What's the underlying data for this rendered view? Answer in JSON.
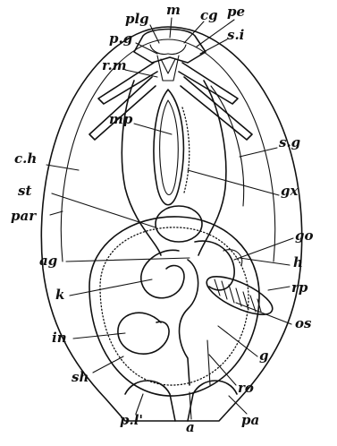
{
  "labels": {
    "m": "m",
    "plg": "plg",
    "cg": "cg",
    "pe": "pe",
    "pg": "p.g",
    "si": "s.i",
    "rm": "r.m",
    "mp": "mp",
    "sg": "s.g",
    "ch": "c.h",
    "gx": "gx",
    "st": "st",
    "par": "par",
    "go": "go",
    "ag": "ag",
    "h": "h",
    "k": "k",
    "rp": "rp",
    "os": "os",
    "in": "in",
    "g": "g",
    "sh": "sh",
    "ro": "ro",
    "pl": "p.l'",
    "a": "a",
    "pa": "pa"
  },
  "colors": {
    "ink": "#111111",
    "paper": "#ffffff",
    "bleed": "#eeeeee"
  }
}
